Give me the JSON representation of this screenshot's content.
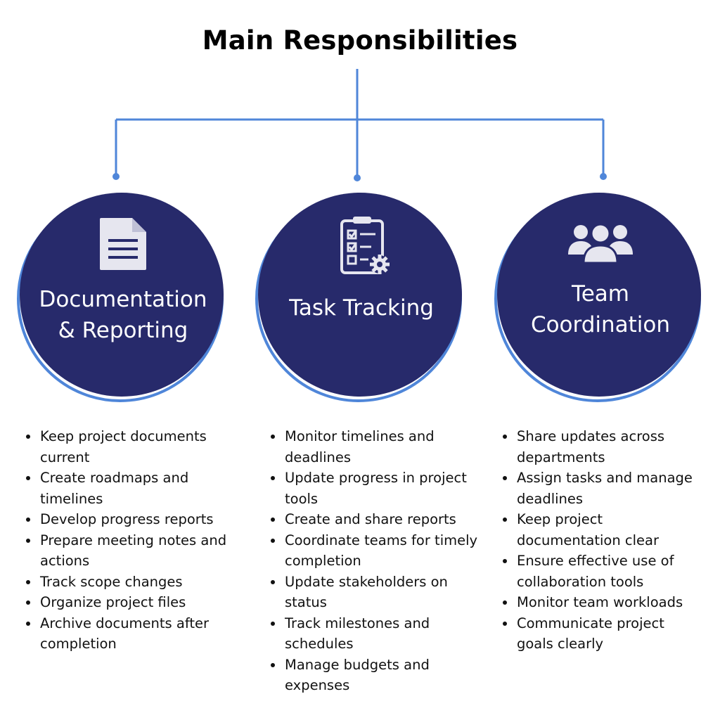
{
  "title": "Main Responsibilities",
  "colors": {
    "circle_fill": "#272a6b",
    "ring": "#4f86d9",
    "connector": "#4f86d9",
    "icon": "#e6e6ef"
  },
  "columns": [
    {
      "heading_lines": [
        "Documentation",
        "& Reporting"
      ],
      "icon": "document-icon",
      "items": [
        "Keep project documents current",
        "Create roadmaps and timelines",
        "Develop progress reports",
        "Prepare meeting notes and actions",
        "Track scope changes",
        "Organize project files",
        "Archive documents after completion"
      ]
    },
    {
      "heading_lines": [
        "Task Tracking"
      ],
      "icon": "clipboard-checklist-icon",
      "items": [
        "Monitor timelines and deadlines",
        "Update progress in project tools",
        "Create and share reports",
        "Coordinate teams for timely completion",
        "Update stakeholders on status",
        "Track milestones and schedules",
        "Manage budgets and expenses"
      ]
    },
    {
      "heading_lines": [
        "Team",
        "Coordination"
      ],
      "icon": "team-icon",
      "items": [
        "Share updates across departments",
        "Assign tasks and manage deadlines",
        "Keep project documentation clear",
        "Ensure effective use of collaboration tools",
        "Monitor team workloads",
        "Communicate project goals clearly"
      ]
    }
  ]
}
